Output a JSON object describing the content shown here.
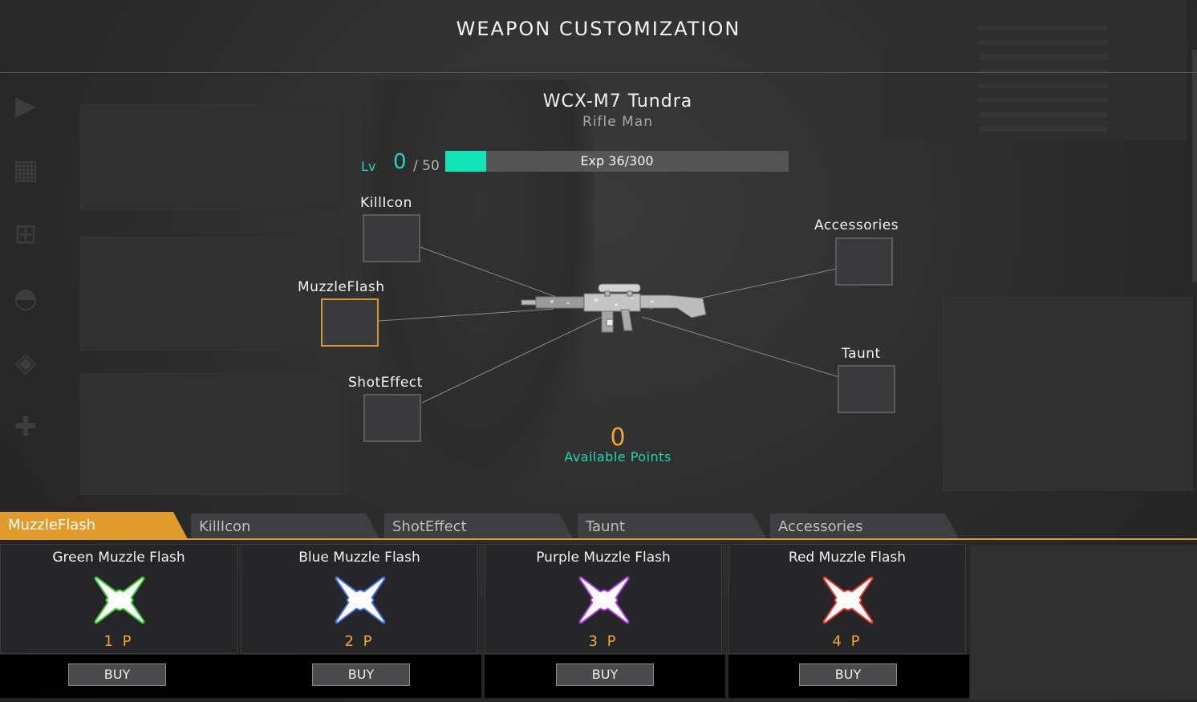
{
  "header": {
    "title": "WEAPON CUSTOMIZATION"
  },
  "weapon": {
    "name": "WCX-M7 Tundra",
    "class": "Rifle Man"
  },
  "level": {
    "label": "Lv",
    "value": "0",
    "max": "/ 50",
    "exp_text": "Exp 36/300",
    "exp_progress": 0.12
  },
  "slots": {
    "killicon": "KillIcon",
    "muzzleflash": "MuzzleFlash",
    "shoteffect": "ShotEffect",
    "accessories": "Accessories",
    "taunt": "Taunt"
  },
  "points": {
    "value": "0",
    "label": "Available Points"
  },
  "tabs": [
    "MuzzleFlash",
    "KillIcon",
    "ShotEffect",
    "Taunt",
    "Accessories"
  ],
  "active_tab": "MuzzleFlash",
  "items": [
    {
      "name": "Green Muzzle Flash",
      "price": "1 P",
      "buy": "BUY",
      "color": "#3ce63c"
    },
    {
      "name": "Blue Muzzle Flash",
      "price": "2 P",
      "buy": "BUY",
      "color": "#3c78ff"
    },
    {
      "name": "Purple Muzzle Flash",
      "price": "3 P",
      "buy": "BUY",
      "color": "#c83cff"
    },
    {
      "name": "Red Muzzle Flash",
      "price": "4 P",
      "buy": "BUY",
      "color": "#ff3c28"
    }
  ],
  "colors": {
    "accent": "#e09b2c",
    "teal": "#22d6b4",
    "points": "#f0a832"
  }
}
